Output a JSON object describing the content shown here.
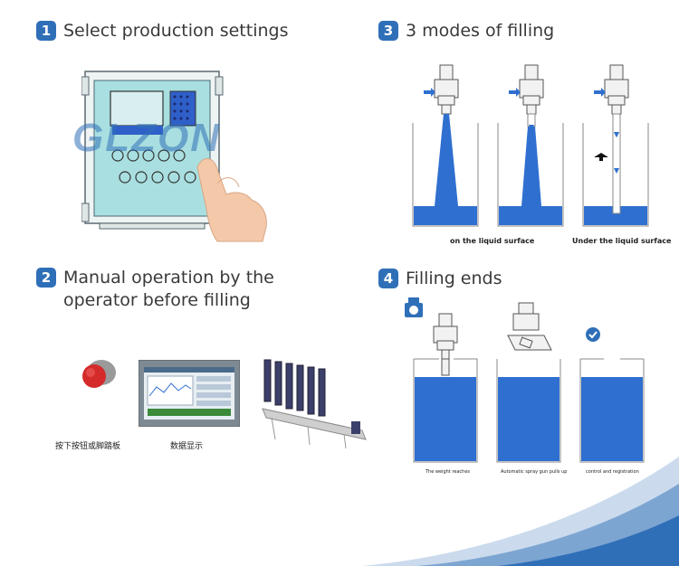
{
  "brand_watermark": "GLZON",
  "colors": {
    "accent": "#2f6fb8",
    "liquid": "#2f6fd0",
    "panel": "#a9dfe0"
  },
  "steps": [
    {
      "num": "1",
      "title_line1": "Select production settings",
      "title_line2": ""
    },
    {
      "num": "2",
      "title_line1": "Manual operation by the",
      "title_line2": "operator before filling"
    },
    {
      "num": "3",
      "title_line1": "3 modes of filling",
      "title_line2": ""
    },
    {
      "num": "4",
      "title_line1": "Filling ends",
      "title_line2": ""
    }
  ],
  "filling_modes": {
    "caption_surface": "on the liquid surface",
    "caption_under": "Under the liquid surface"
  },
  "filling_ends": {
    "captions": [
      "The weight reaches",
      "Automatic spray gun pulls up",
      "control and registration"
    ]
  },
  "manual": {
    "button_caption": "按下按钮或脚踏板",
    "screen_caption": "数据显示"
  }
}
